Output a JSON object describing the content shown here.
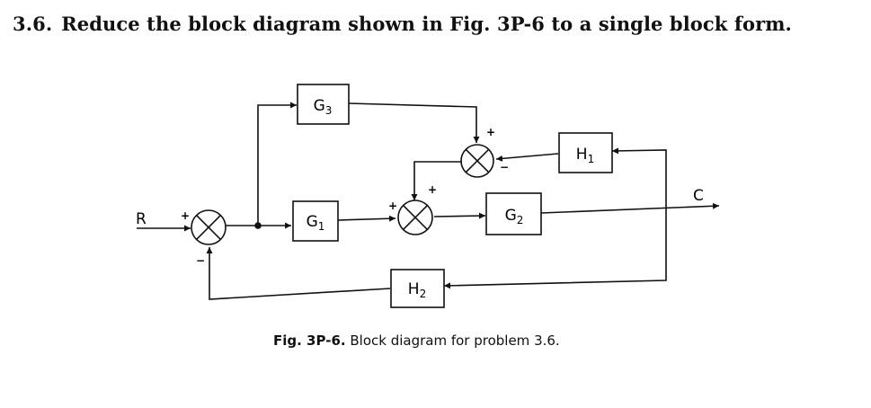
{
  "problem": {
    "number": "3.6.",
    "text": "Reduce the block diagram shown in Fig. 3P-6 to a single block form."
  },
  "diagram": {
    "input": "R",
    "output": "C",
    "blocks": {
      "g1": "G",
      "g2": "G",
      "g3": "G",
      "h1": "H",
      "h2": "H"
    },
    "subscripts": {
      "g1": "1",
      "g2": "2",
      "g3": "3",
      "h1": "1",
      "h2": "2"
    },
    "signs": {
      "s1_input": "+",
      "s1_feedback": "−",
      "s2_input": "+",
      "s2_top": "+",
      "s3_top": "+",
      "s3_feedback": "−"
    }
  },
  "caption": {
    "figure": "Fig. 3P-6.",
    "text": "Block diagram for problem 3.6."
  }
}
